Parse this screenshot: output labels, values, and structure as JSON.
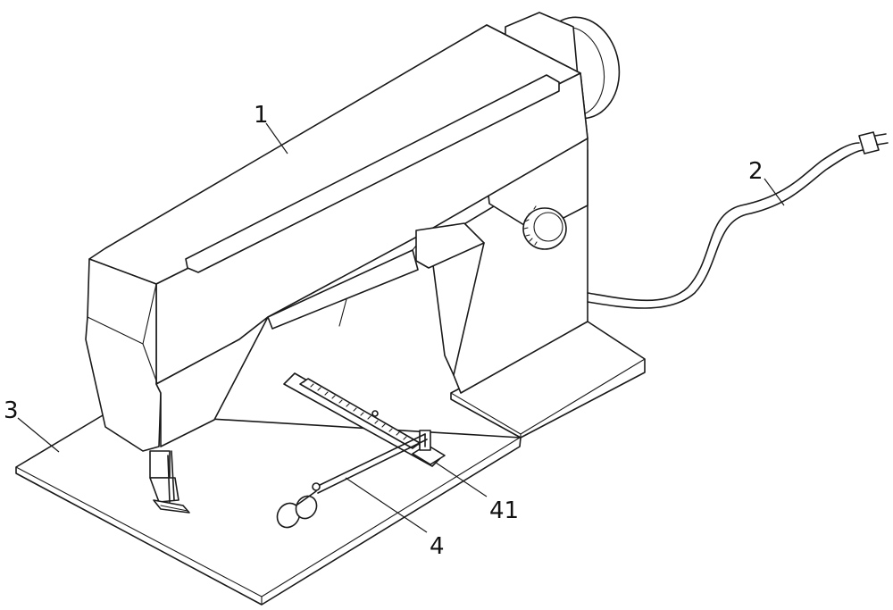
{
  "figure": {
    "labels": [
      {
        "id": "sewing-machine-body",
        "text": "1"
      },
      {
        "id": "power-cord",
        "text": "2"
      },
      {
        "id": "base-plate",
        "text": "3"
      },
      {
        "id": "guide-rod",
        "text": "4"
      },
      {
        "id": "slide-block",
        "text": "41"
      }
    ]
  },
  "colors": {
    "line": "#1a1a1a",
    "background": "#ffffff"
  }
}
